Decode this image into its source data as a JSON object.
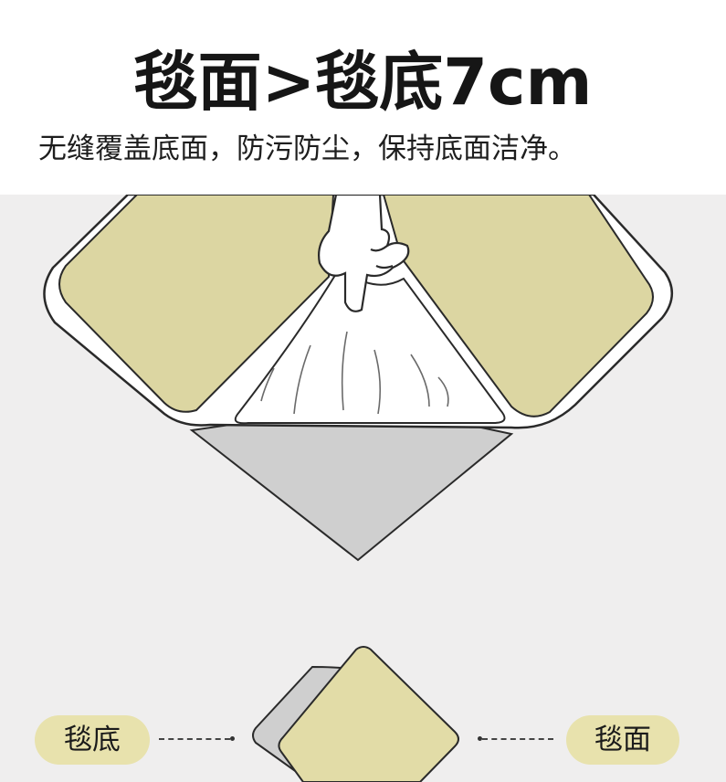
{
  "header": {
    "title": "毯面>毯底7cm",
    "subtitle": "无缝覆盖底面，防污防尘，保持底面洁净。"
  },
  "labels": {
    "bottom": "毯底",
    "top": "毯面"
  },
  "colors": {
    "rug_face": "#dcd6a2",
    "rug_face_light": "#e8e2ad",
    "rug_bottom": "#cfcfcf",
    "cover_white": "#ffffff",
    "outline": "#2a2a2a",
    "stage_bg": "#efeeee"
  },
  "icons": [
    "hand-illustration",
    "rug-layers-icon"
  ]
}
